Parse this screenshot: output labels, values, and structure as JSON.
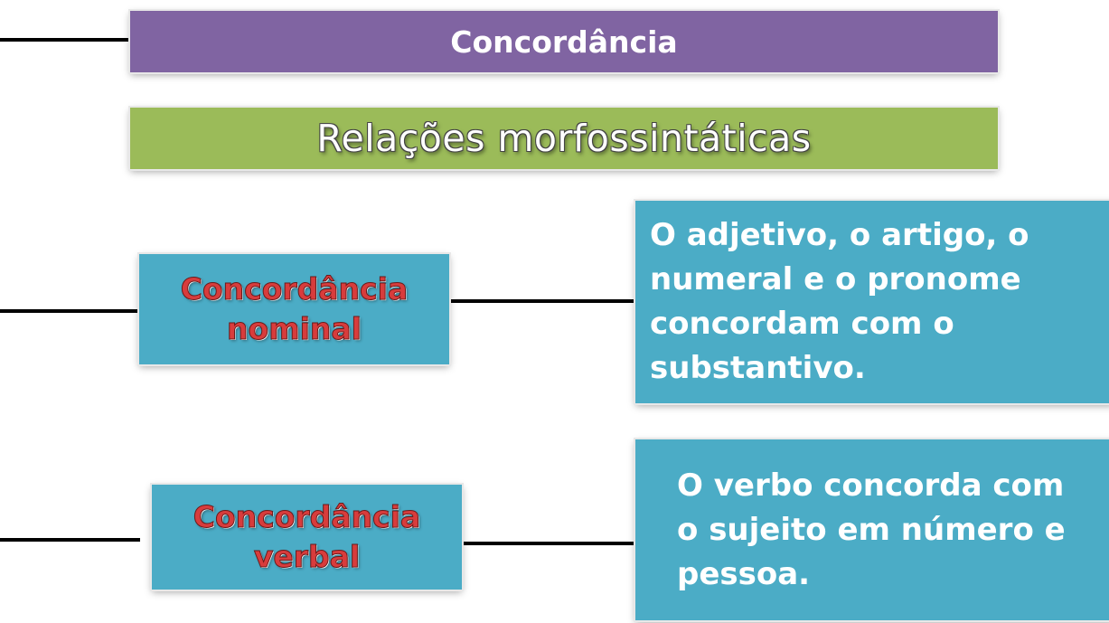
{
  "title": "Concordância",
  "subtitle": "Relações morfossintáticas",
  "nominal": {
    "label": "Concordância nominal",
    "description": "O adjetivo,  o artigo, o numeral e o pronome concordam com o substantivo."
  },
  "verbal": {
    "label": "Concordância verbal",
    "description": "O verbo concorda com o sujeito em número e pessoa."
  },
  "colors": {
    "title_box": "#8064a2",
    "subtitle_box": "#9bbb59",
    "label_box": "#4bacc6",
    "label_text": "#d83c3c",
    "description_box": "#4bacc6"
  }
}
